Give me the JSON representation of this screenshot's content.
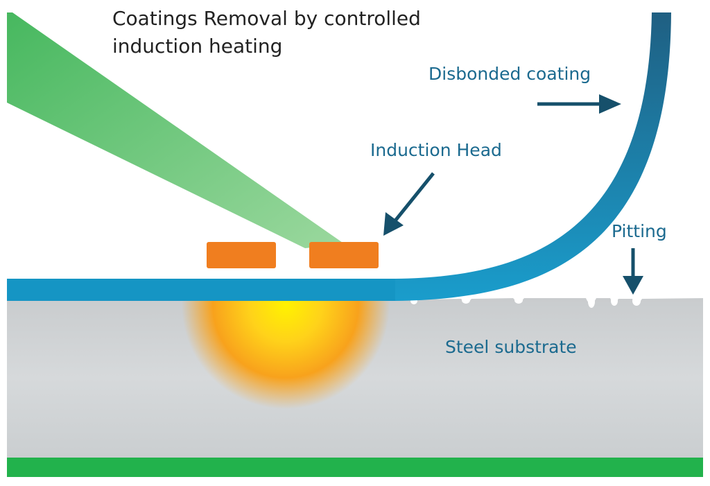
{
  "title": {
    "line1": "Coatings Removal by controlled",
    "line2": "induction heating"
  },
  "labels": {
    "disbonded_coating": "Disbonded coating",
    "induction_head": "Induction Head",
    "pitting": "Pitting",
    "steel_substrate": "Steel substrate"
  },
  "colors": {
    "coating_blue": "#1595c4",
    "label_blue": "#1b6a8f",
    "arrow_blue": "#16506b",
    "substrate_gray": "#cfd2d4",
    "bottom_bar_green": "#22b24c",
    "induction_head_orange": "#f07e1f",
    "beam_green": "#4fbe6a"
  }
}
